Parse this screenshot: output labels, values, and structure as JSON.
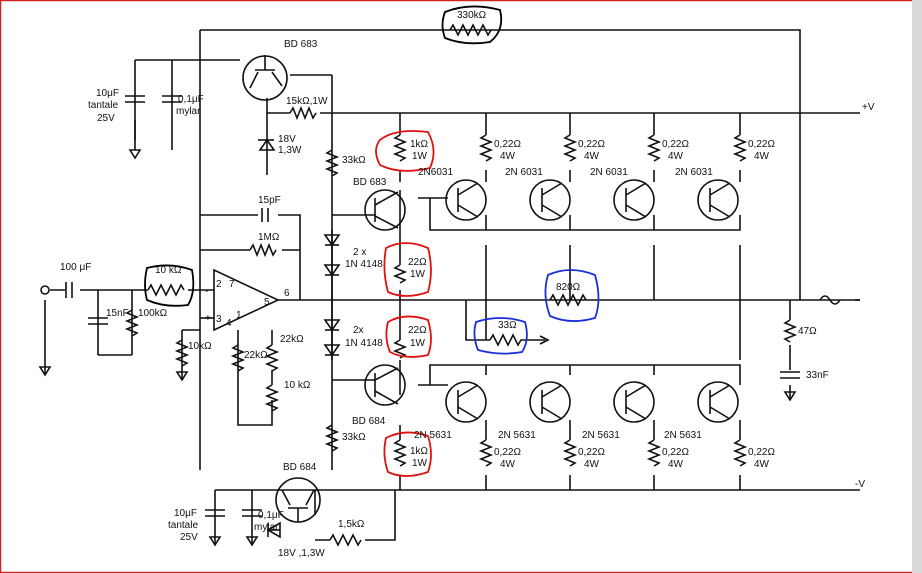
{
  "colors": {
    "annot_red": "#e01010",
    "annot_blue": "#1a2fd6",
    "annot_black": "#000000",
    "border_red": "#cc2222"
  },
  "labels": {
    "r_feedback_top": "330kΩ",
    "q_bd683_top": "BD 683",
    "r_15k": "15kΩ,1W",
    "plus_v": "+V",
    "minus_v": "-V",
    "c_tant_top_val": "10μF",
    "c_tant_top_type": "tantale",
    "c_tant_top_v": "25V",
    "c_mylar_top_val": "0,1μF",
    "c_mylar_top_type": "mylar",
    "z_18v_top_v": "18V",
    "z_18v_top_w": "1,3W",
    "r_33k_top": "33kΩ",
    "q_bd683_driver": "BD 683",
    "c_15pf": "15pF",
    "r_1m": "1MΩ",
    "r_1k_top_val": "1kΩ",
    "r_1k_top_w": "1W",
    "d_2x_top_a": "2 x",
    "d_2x_top_b": "1N 4148",
    "r_22_top_val": "22Ω",
    "r_22_top_w": "1W",
    "d_2x_bot_a": "2x",
    "d_2x_bot_b": "1N 4148",
    "r_22_bot_val": "22Ω",
    "r_22_bot_w": "1W",
    "r_820": "820Ω",
    "r_33": "33Ω",
    "r_047_val": "0,22Ω",
    "r_047_w": "4W",
    "q_2n6031": "2N 6031",
    "q_2n6031_first": "2N6031",
    "q_2n5631": "2N 5631",
    "c_in_100u": "100 μF",
    "r_10k_in": "10 kΩ",
    "c_15nf": "15nF",
    "r_100k": "100kΩ",
    "r_10k_gnd": "10kΩ",
    "r_22k_a": "22kΩ",
    "r_22k_b": "22kΩ",
    "r_10k_pot": "10 kΩ",
    "q_bd684_driver": "BD 684",
    "r_33k_bot": "33kΩ",
    "r_1k_bot_val": "1kΩ",
    "r_1k_bot_w": "1W",
    "q_bd684_bot": "BD 684",
    "c_tant_bot_val": "10μF",
    "c_tant_bot_type": "tantale",
    "c_tant_bot_v": "25V",
    "c_mylar_bot_val": "0,1μF",
    "c_mylar_bot_type": "mylar",
    "r_15k_bot": "1,5kΩ",
    "z_18v_bot": "18V ,1,3W",
    "r_47": "47Ω",
    "c_33nf": "33nF",
    "pin2": "2",
    "pin7": "7",
    "pin3": "3",
    "pin4": "4",
    "pin1": "1",
    "pin5": "5",
    "pin6": "6",
    "plus": "+",
    "minus": "-"
  }
}
